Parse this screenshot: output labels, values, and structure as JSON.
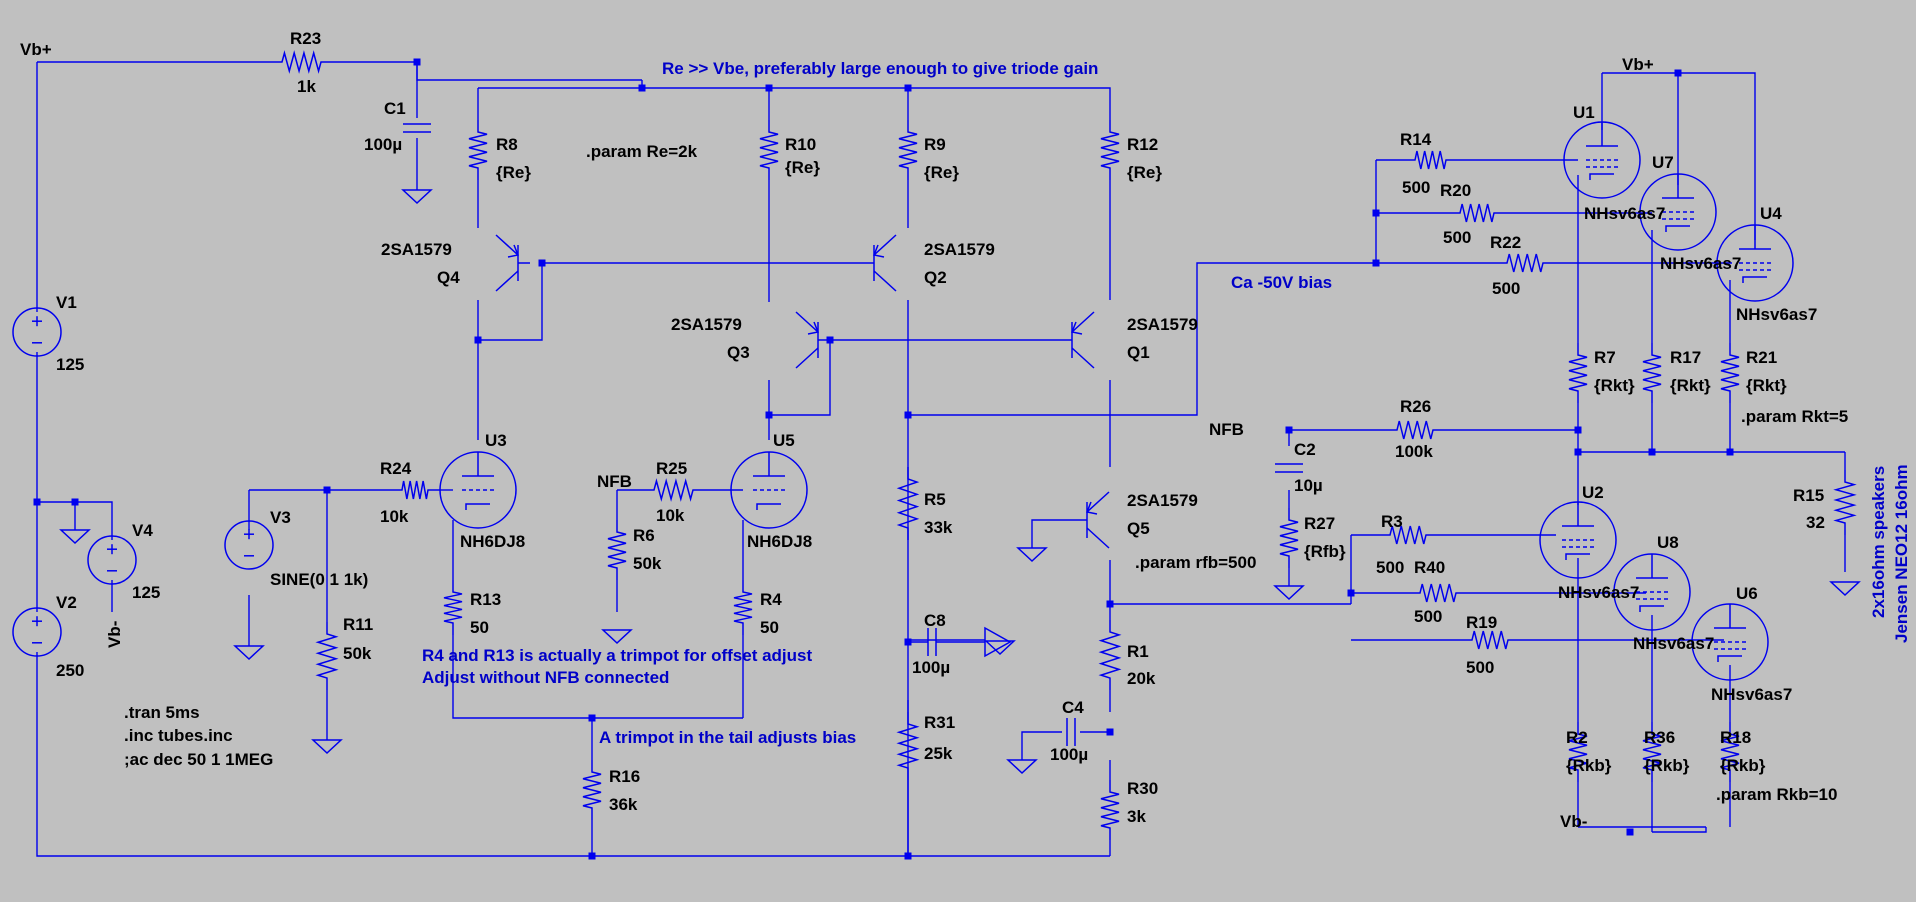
{
  "nets": {
    "vb_plus_left": "Vb+",
    "vb_plus_right": "Vb+",
    "vb_minus_left": "Vb-",
    "vb_minus_right": "Vb-",
    "nfb_left": "NFB",
    "nfb_right": "NFB"
  },
  "components": {
    "R23": {
      "ref": "R23",
      "value": "1k"
    },
    "C1": {
      "ref": "C1",
      "value": "100µ"
    },
    "R8": {
      "ref": "R8",
      "value": "{Re}"
    },
    "R10": {
      "ref": "R10",
      "value": "{Re}"
    },
    "R9": {
      "ref": "R9",
      "value": "{Re}"
    },
    "R12": {
      "ref": "R12",
      "value": "{Re}"
    },
    "Q4": {
      "ref": "Q4",
      "value": "2SA1579"
    },
    "Q2": {
      "ref": "Q2",
      "value": "2SA1579"
    },
    "Q3": {
      "ref": "Q3",
      "value": "2SA1579"
    },
    "Q1": {
      "ref": "Q1",
      "value": "2SA1579"
    },
    "Q5": {
      "ref": "Q5",
      "value": "2SA1579"
    },
    "V1": {
      "ref": "V1",
      "value": "125"
    },
    "V2": {
      "ref": "V2",
      "value": "250"
    },
    "V4": {
      "ref": "V4",
      "value": "125"
    },
    "V3": {
      "ref": "V3",
      "value": "SINE(0 1 1k)"
    },
    "R11": {
      "ref": "R11",
      "value": "50k"
    },
    "R24": {
      "ref": "R24",
      "value": "10k"
    },
    "U3": {
      "ref": "U3",
      "value": "NH6DJ8"
    },
    "R13": {
      "ref": "R13",
      "value": "50"
    },
    "R25": {
      "ref": "R25",
      "value": "10k"
    },
    "R6": {
      "ref": "R6",
      "value": "50k"
    },
    "U5": {
      "ref": "U5",
      "value": "NH6DJ8"
    },
    "R4": {
      "ref": "R4",
      "value": "50"
    },
    "R5": {
      "ref": "R5",
      "value": "33k"
    },
    "C8": {
      "ref": "C8",
      "value": "100µ"
    },
    "R31": {
      "ref": "R31",
      "value": "25k"
    },
    "R16": {
      "ref": "R16",
      "value": "36k"
    },
    "R1": {
      "ref": "R1",
      "value": "20k"
    },
    "C4": {
      "ref": "C4",
      "value": "100µ"
    },
    "R30": {
      "ref": "R30",
      "value": "3k"
    },
    "C2": {
      "ref": "C2",
      "value": "10µ"
    },
    "R27": {
      "ref": "R27",
      "value": "{Rfb}"
    },
    "R26": {
      "ref": "R26",
      "value": "100k"
    },
    "R14": {
      "ref": "R14",
      "value": "500"
    },
    "R20": {
      "ref": "R20",
      "value": "500"
    },
    "R22": {
      "ref": "R22",
      "value": "500"
    },
    "R3": {
      "ref": "R3",
      "value": "500"
    },
    "R40": {
      "ref": "R40",
      "value": "500"
    },
    "R19": {
      "ref": "R19",
      "value": "500"
    },
    "U1": {
      "ref": "U1",
      "value": "NHsv6as7"
    },
    "U7": {
      "ref": "U7",
      "value": "NHsv6as7"
    },
    "U4": {
      "ref": "U4",
      "value": "NHsv6as7"
    },
    "U2": {
      "ref": "U2",
      "value": "NHsv6as7"
    },
    "U8": {
      "ref": "U8",
      "value": "NHsv6as7"
    },
    "U6": {
      "ref": "U6",
      "value": "NHsv6as7"
    },
    "R7": {
      "ref": "R7",
      "value": "{Rkt}"
    },
    "R17": {
      "ref": "R17",
      "value": "{Rkt}"
    },
    "R21": {
      "ref": "R21",
      "value": "{Rkt}"
    },
    "R2": {
      "ref": "R2",
      "value": "{Rkb}"
    },
    "R36": {
      "ref": "R36",
      "value": "{Rkb}"
    },
    "R18": {
      "ref": "R18",
      "value": "{Rkb}"
    },
    "R15": {
      "ref": "R15",
      "value": "32"
    }
  },
  "directives": {
    "param_re": ".param Re=2k",
    "param_rfb": ".param rfb=500",
    "param_rkt": ".param Rkt=5",
    "param_rkb": ".param Rkb=10",
    "tran": ".tran 5ms",
    "inc": ".inc tubes.inc",
    "ac": ";ac dec 50 1 1MEG"
  },
  "notes": {
    "re_note": "Re >> Vbe, preferably large enough to give triode gain",
    "bias_note": "Ca -50V bias",
    "trim1": "R4 and R13 is actually a trimpot for offset adjust",
    "trim2": "Adjust without NFB connected",
    "tail_note": "A trimpot in the tail adjusts bias",
    "speakers1": "2x16ohm speakers",
    "speakers2": "Jensen NEO12 16ohm"
  },
  "colors": {
    "background": "#c0c0c0",
    "wire": "#0000ee",
    "note": "#0000c8",
    "label": "#000000"
  }
}
